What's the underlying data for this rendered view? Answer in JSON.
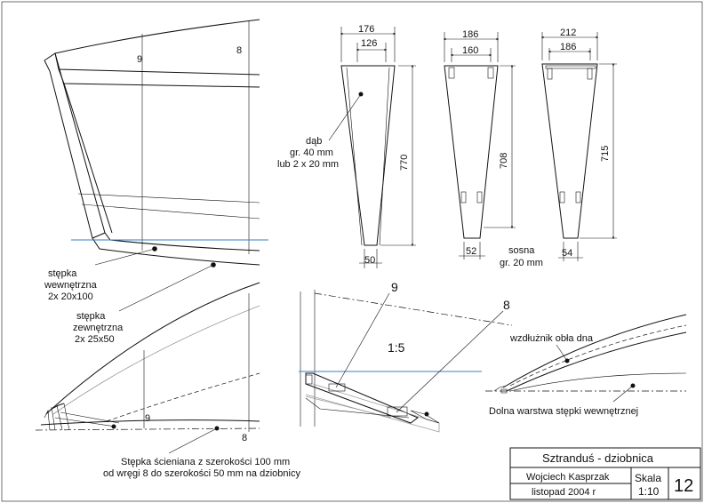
{
  "labels": {
    "frame_9_main": "9",
    "frame_8_main": "8",
    "wood_oak": [
      "dąb",
      "gr. 40 mm",
      "lub 2 x 20 mm"
    ],
    "inner_keel": [
      "stępka",
      "wewnętrzna",
      "2x  20x100"
    ],
    "outer_keel": [
      "stępka",
      "zewnętrzna",
      "2x  25x50"
    ],
    "pine": [
      "sosna",
      "gr. 20 mm"
    ],
    "frame_9_detail": "9",
    "frame_8_detail": "8",
    "ratio": "1:5",
    "stringer": "wzdłużnik obła dna",
    "lower_keel_layer": "Dolna warstwa stępki wewnętrznej",
    "frame_9_bottom": "9",
    "frame_8_bottom": "8",
    "note": [
      "Stępka ścieniana z szerokości 100 mm",
      "od wręgi 8 do szerokości 50 mm na dziobnicy"
    ]
  },
  "dimensions": {
    "p1_top_outer": "176",
    "p1_top_inner": "126",
    "p1_height": "770",
    "p1_bottom": "50",
    "p2_top_outer": "186",
    "p2_top_inner": "160",
    "p2_height": "708",
    "p2_bottom": "52",
    "p3_top_outer": "212",
    "p3_top_inner": "186",
    "p3_height": "715",
    "p3_bottom": "54"
  },
  "title_block": {
    "title": "Sztranduś - dziobnica",
    "author": "Wojciech Kasprzak",
    "date": "listopad 2004 r",
    "scale_label": "Skala",
    "scale_value": "1:10",
    "sheet": "12"
  }
}
